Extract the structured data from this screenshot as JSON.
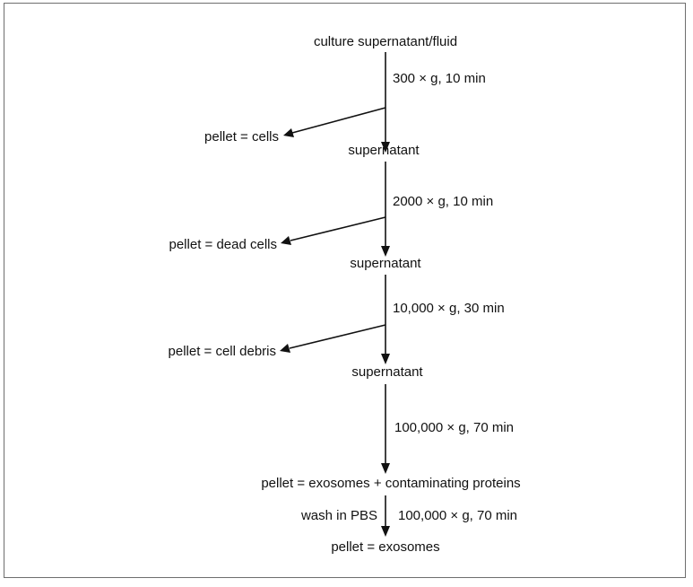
{
  "flowchart": {
    "start": "culture supernatant/fluid",
    "steps": [
      {
        "condition": "300 × g, 10 min",
        "pellet": "pellet = cells",
        "result": "supernatant"
      },
      {
        "condition": "2000 × g, 10 min",
        "pellet": "pellet = dead cells",
        "result": "supernatant"
      },
      {
        "condition": "10,000 × g, 30 min",
        "pellet": "pellet = cell debris",
        "result": "supernatant"
      },
      {
        "condition": "100,000 × g, 70 min",
        "result": "pellet = exosomes + contaminating proteins"
      },
      {
        "wash": "wash in PBS",
        "condition": "100,000 × g, 70 min",
        "result": "pellet = exosomes"
      }
    ]
  }
}
